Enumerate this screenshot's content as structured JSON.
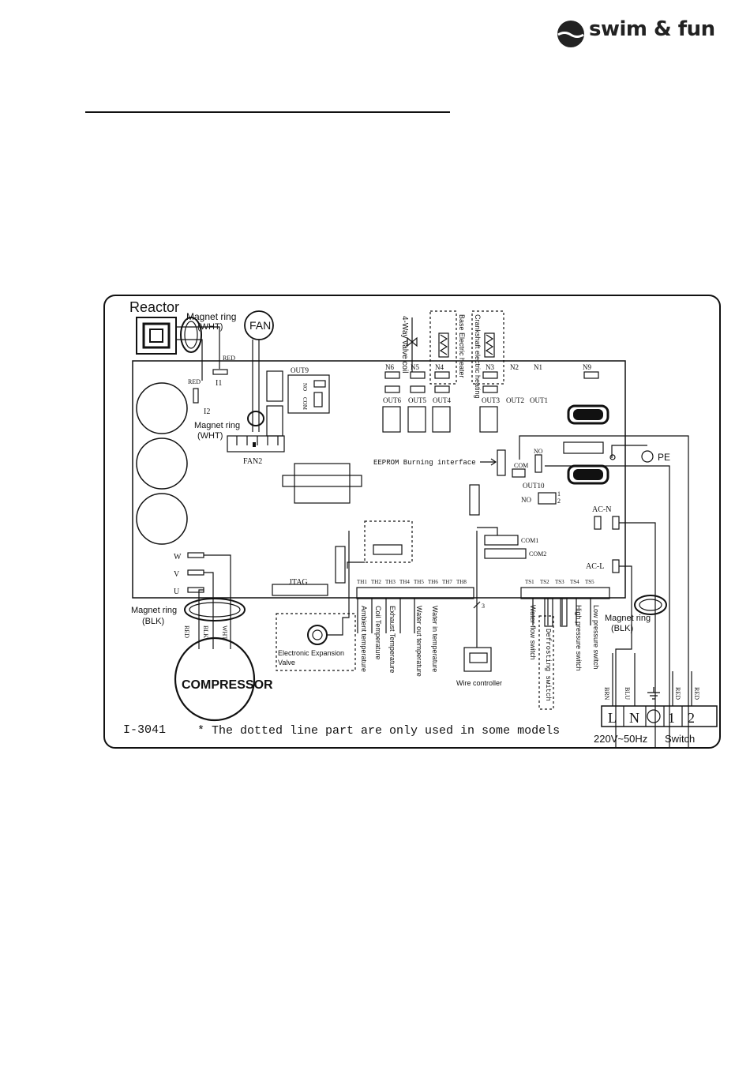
{
  "brand": {
    "name": "swim & fun",
    "logo_color": "#222222"
  },
  "diagram": {
    "reactor": "Reactor",
    "magnet_ring_top": "Magnet ring",
    "wht_top": "(WHT)",
    "fan": "FAN",
    "red_i1": "RED",
    "i1": "I1",
    "red_i2": "RED",
    "i2": "I2",
    "magnet_ring_fan": "Magnet ring",
    "wht_fan": "(WHT)",
    "fan2": "FAN2",
    "out9": "OUT9",
    "no_out9": "NO",
    "com_out9": "COM",
    "four_way": "4-Way valve coil",
    "base_heater": "Base Electric heater",
    "crankshaft": "Crankshaft electric heating",
    "n_labels": [
      "N6",
      "N5",
      "N4",
      "N3",
      "N2",
      "N1",
      "N9"
    ],
    "out_labels": [
      "OUT6",
      "OUT5",
      "OUT4",
      "OUT3",
      "OUT2",
      "OUT1"
    ],
    "eeprom": "EEPROM Burning interface",
    "pe": "PE",
    "com_relay": "COM",
    "no_relay": "NO",
    "out10": "OUT10",
    "no_out10": "NO",
    "one": "1",
    "two": "2",
    "ac_n": "AC-N",
    "ac_l": "AC-L",
    "com1": "COM1",
    "com2": "COM2",
    "jtag": "JTAG",
    "w": "W",
    "v": "V",
    "u": "U",
    "magnet_ring_blk": "Magnet ring",
    "blk_left": "(BLK)",
    "wire_red": "RED",
    "wire_blk": "BLK",
    "wire_wht": "WHT",
    "compressor": "COMPRESSOR",
    "th_labels": [
      "TH1",
      "TH2",
      "TH3",
      "TH4",
      "TH5",
      "TH6",
      "TH7",
      "TH8"
    ],
    "ts_labels": [
      "TS1",
      "TS2",
      "TS3",
      "TS4",
      "TS5"
    ],
    "ambient": "Ambient temperature",
    "coil": "Coil Temperature",
    "exhaust": "Exhaust Temperature",
    "water_out": "Water out temperature",
    "water_in": "Water in temperature",
    "eev1": "Electronic Expansion",
    "eev2": "Valve",
    "wire_count": "3",
    "wire_controller": "Wire controller",
    "water_flow": "Water flow switch",
    "defrost": "Defrosting switch",
    "high_p": "High pressure switch",
    "low_p": "Low pressure switch",
    "magnet_ring_right": "Magnet ring",
    "blk_right": "(BLK)",
    "brn": "BRN",
    "blu": "BLU",
    "red1": "RED",
    "red2": "RED",
    "term_l": "L",
    "term_n": "N",
    "term_1": "1",
    "term_2": "2",
    "supply": "220V~50Hz",
    "switch": "Switch",
    "model": "I-3041",
    "note": "* The dotted line part are only used in some models"
  }
}
